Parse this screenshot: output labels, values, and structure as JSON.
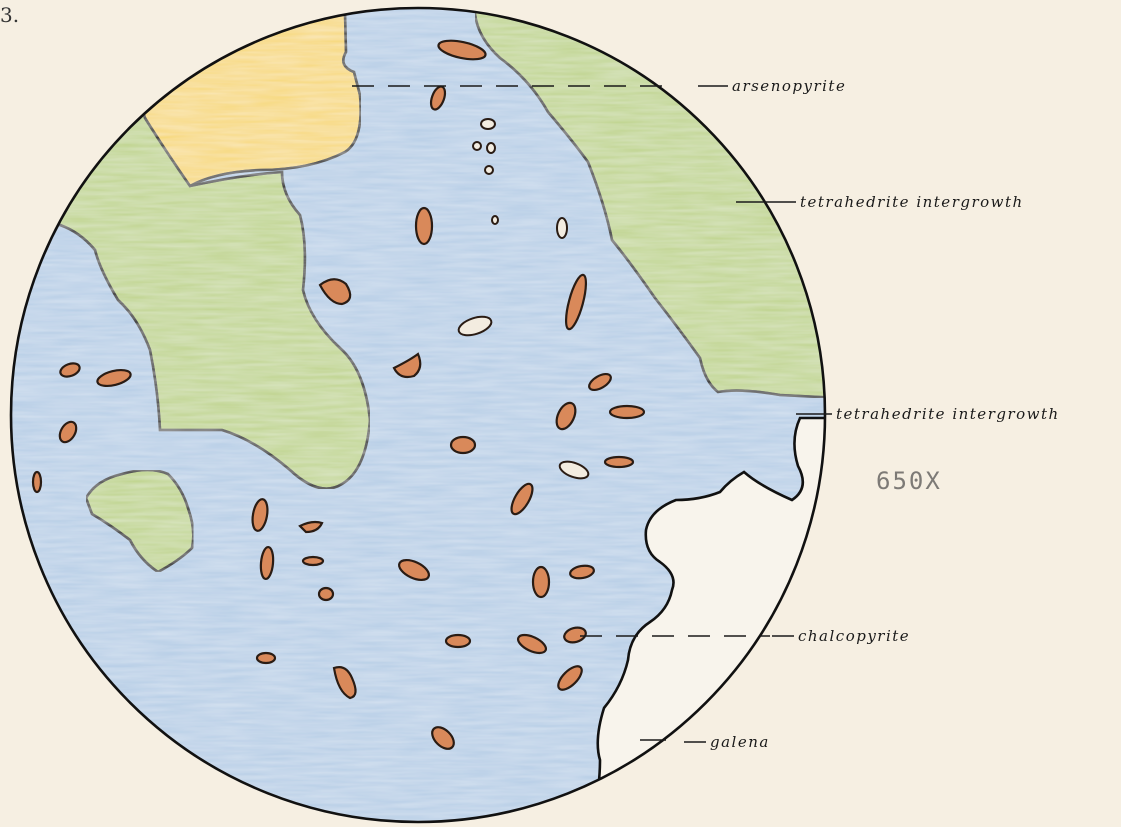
{
  "figure_number": "3.",
  "magnification": "650X",
  "labels": {
    "arsenopyrite": "arsenopyrite",
    "tetrahedrite_top": "tetrahedrite intergrowth",
    "tetrahedrite_mid": "tetrahedrite intergrowth",
    "chalcopyrite": "chalcopyrite",
    "galena": "galena"
  },
  "colors": {
    "background": "#f6efe2",
    "tetrahedrite_blue": "#b6cde6",
    "arsenopyrite_yellow": "#f7d877",
    "green_phase": "#bfd48d",
    "galena_white": "#f8f4ec",
    "chalcopyrite_orange": "#d9895a",
    "outline": "#111111"
  }
}
